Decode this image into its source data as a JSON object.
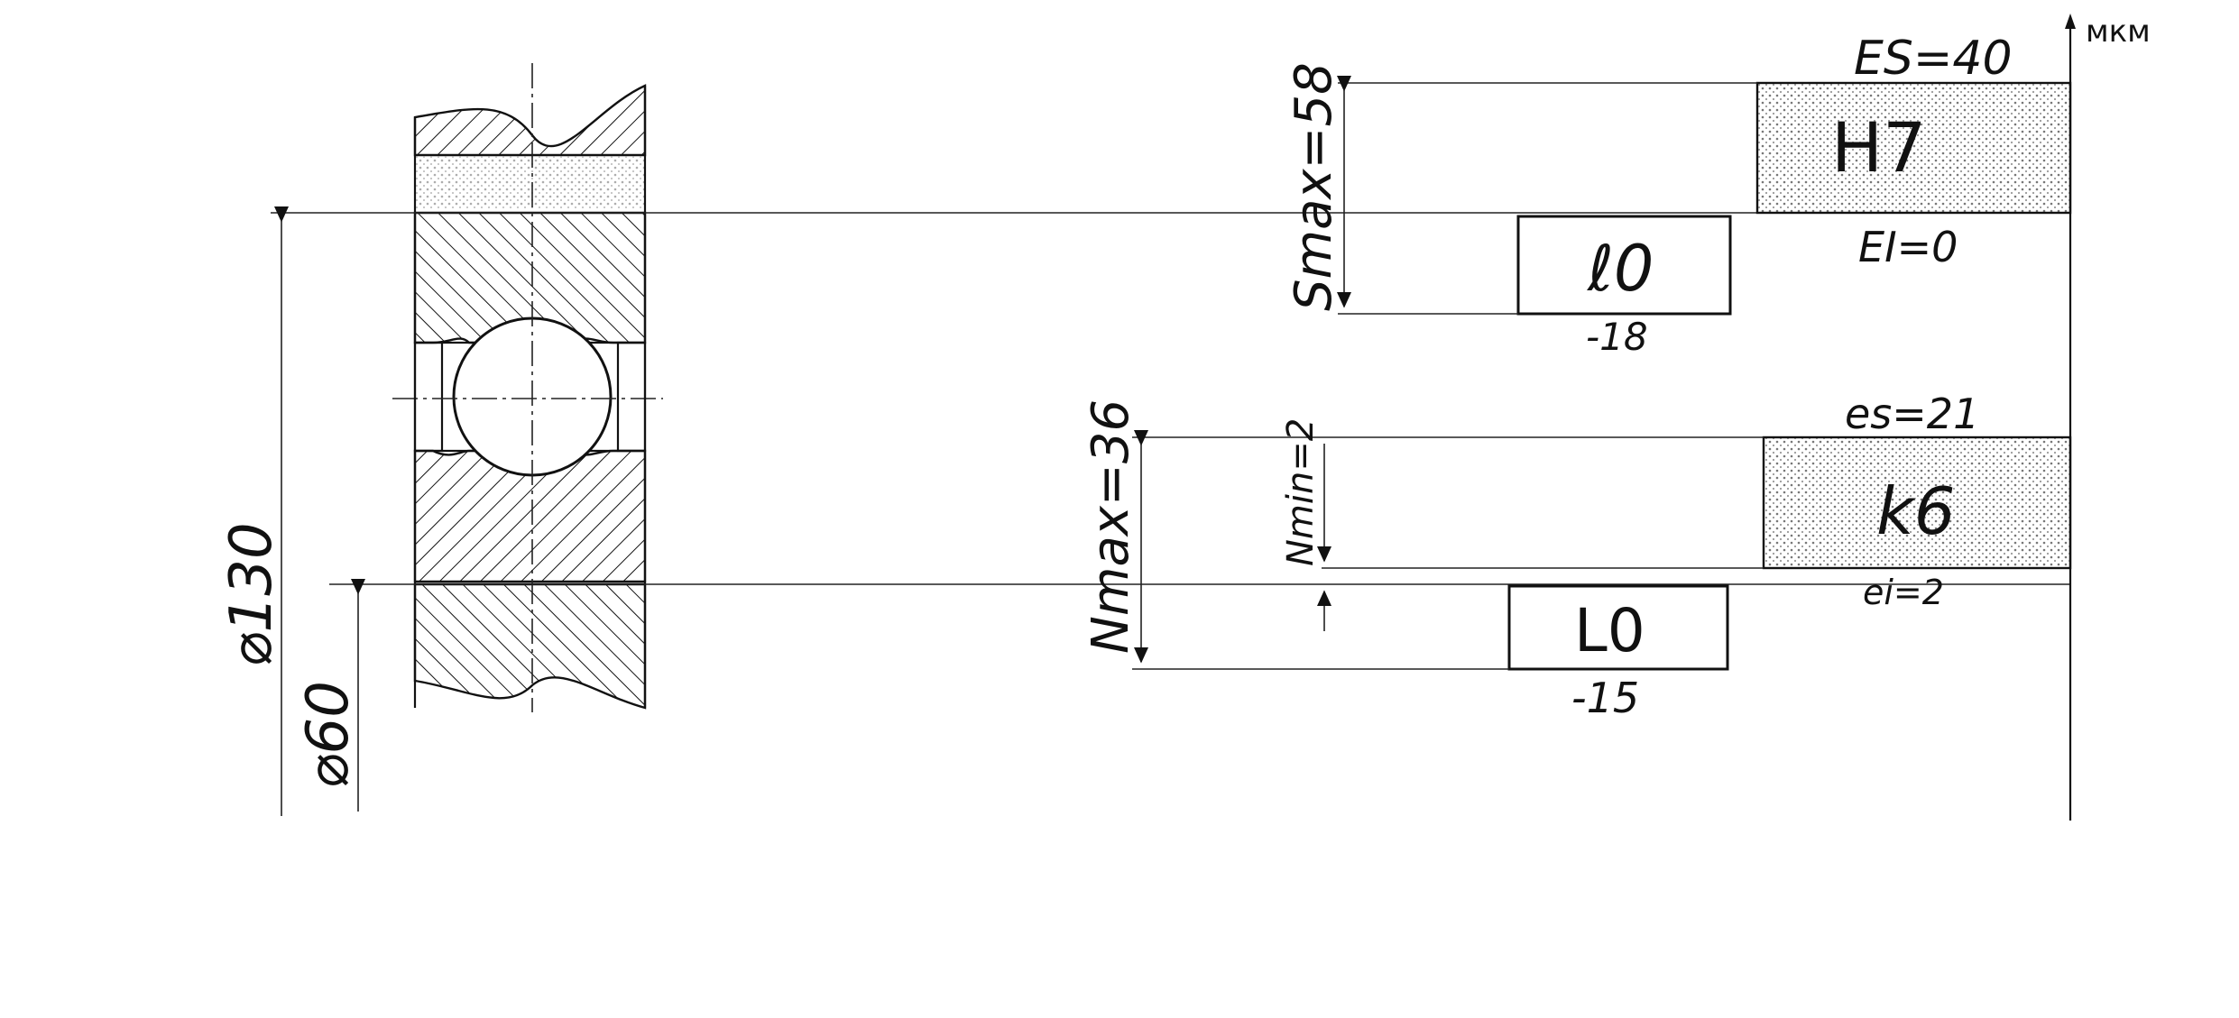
{
  "units_label": "мкм",
  "dimensions": {
    "outer_diameter": "⌀130",
    "inner_diameter": "⌀60"
  },
  "housing_field": {
    "name": "H7",
    "upper_deviation": "ES=40",
    "lower_deviation": "EI=0"
  },
  "outer_ring_field": {
    "name": "ℓ0",
    "lower_deviation": "-18"
  },
  "clearance": {
    "label": "Smax=58"
  },
  "shaft_field": {
    "name": "k6",
    "upper_deviation": "es=21",
    "lower_deviation": "ei=2"
  },
  "inner_ring_field": {
    "name": "L0",
    "lower_deviation": "-15"
  },
  "interference": {
    "max_label": "Nmax=36",
    "min_label": "Nmin=2"
  }
}
